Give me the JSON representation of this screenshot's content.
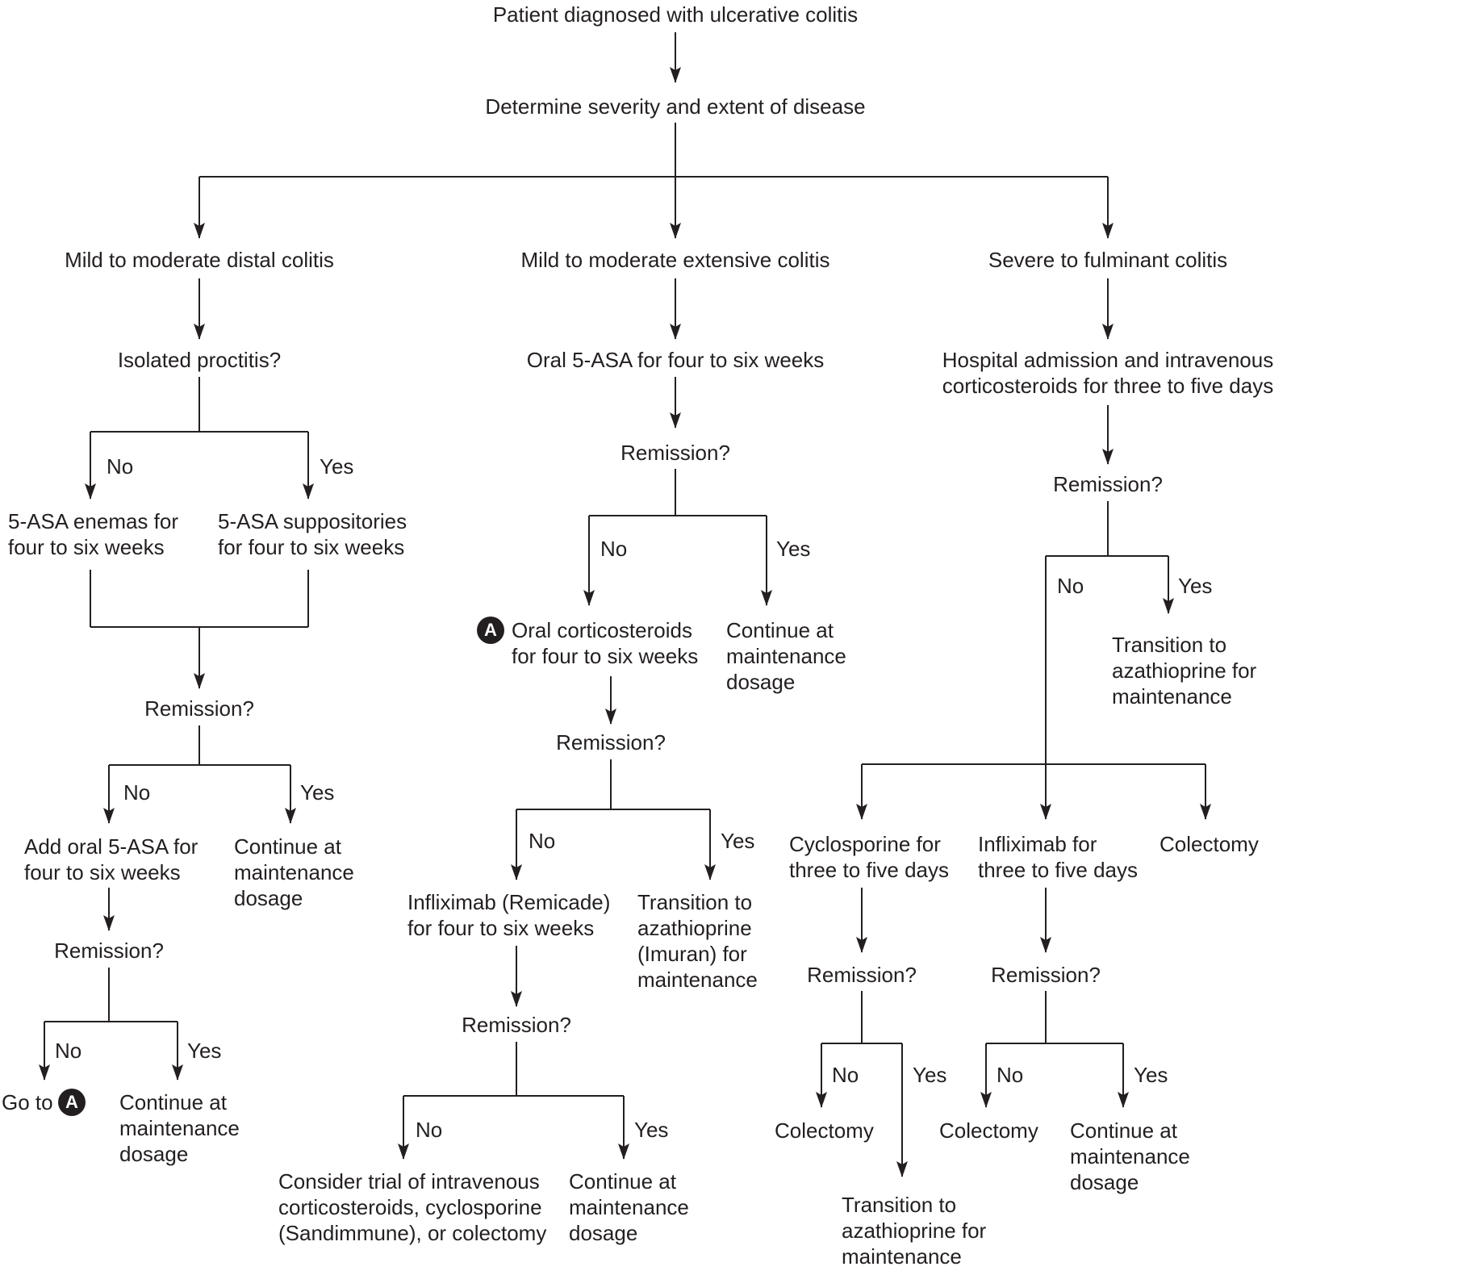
{
  "diagram": {
    "badge_letter": "A",
    "edge_labels": {
      "no": "No",
      "yes": "Yes"
    },
    "colors": {
      "ink": "#231f20",
      "background": "#ffffff"
    },
    "nodes": {
      "start": {
        "text": "Patient diagnosed with ulcerative colitis"
      },
      "determine": {
        "text": "Determine severity and extent of disease"
      },
      "col_distal": {
        "text": "Mild to moderate distal colitis"
      },
      "col_extensive": {
        "text": "Mild to moderate extensive colitis"
      },
      "col_severe": {
        "text": "Severe to fulminant colitis"
      },
      "isolated": {
        "text": "Isolated proctitis?"
      },
      "enemas": {
        "text": "5-ASA enemas for\nfour to six weeks"
      },
      "suppositories": {
        "text": "5-ASA suppositories\nfor four to six weeks"
      },
      "remission_l1": {
        "text": "Remission?"
      },
      "add_oral": {
        "text": "Add oral 5-ASA for\nfour to six weeks"
      },
      "continue_l1": {
        "text": "Continue at\nmaintenance\ndosage"
      },
      "remission_l2": {
        "text": "Remission?"
      },
      "goto_a": {
        "text": "Go to"
      },
      "continue_l2": {
        "text": "Continue at\nmaintenance\ndosage"
      },
      "oral_5asa": {
        "text": "Oral 5-ASA for four to six weeks"
      },
      "remission_c1": {
        "text": "Remission?"
      },
      "corticosteroids": {
        "text": "Oral corticosteroids\nfor four to six weeks"
      },
      "continue_c1": {
        "text": "Continue at\nmaintenance\ndosage"
      },
      "remission_c2": {
        "text": "Remission?"
      },
      "infliximab_c": {
        "text": "Infliximab (Remicade)\nfor four to six weeks"
      },
      "transition_imuran": {
        "text": "Transition to\nazathioprine\n(Imuran) for\nmaintenance"
      },
      "remission_c3": {
        "text": "Remission?"
      },
      "consider_trial": {
        "text": "Consider trial of intravenous\ncorticosteroids, cyclosporine\n(Sandimmune), or colectomy"
      },
      "continue_c2": {
        "text": "Continue at\nmaintenance\ndosage"
      },
      "hospital": {
        "text": "Hospital admission and intravenous\ncorticosteroids for three to five days"
      },
      "remission_r1": {
        "text": "Remission?"
      },
      "transition_r1": {
        "text": "Transition to\nazathioprine for\nmaintenance"
      },
      "cyclosporine": {
        "text": "Cyclosporine for\nthree to five days"
      },
      "infliximab_r": {
        "text": "Infliximab for\nthree to five days"
      },
      "colectomy_0": {
        "text": "Colectomy"
      },
      "remission_r2": {
        "text": "Remission?"
      },
      "remission_r3": {
        "text": "Remission?"
      },
      "colectomy_1": {
        "text": "Colectomy"
      },
      "colectomy_2": {
        "text": "Colectomy"
      },
      "continue_r1": {
        "text": "Continue at\nmaintenance\ndosage"
      },
      "transition_r2": {
        "text": "Transition to\nazathioprine for\nmaintenance"
      }
    }
  }
}
